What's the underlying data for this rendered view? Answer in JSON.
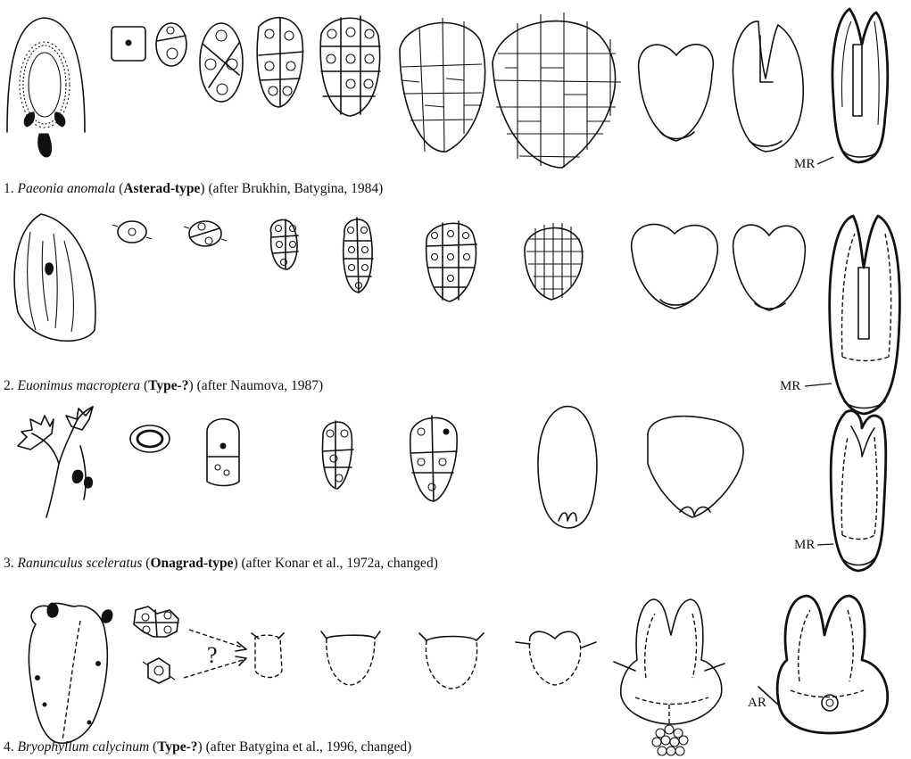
{
  "rows": [
    {
      "number": "1.",
      "species": "Paeonia anomala",
      "type": "Asterad-type",
      "source": "(after Brukhin, Batygina, 1984)"
    },
    {
      "number": "2.",
      "species": "Euonimus macroptera",
      "type": "Type-?",
      "source": "(after Naumova, 1987)"
    },
    {
      "number": "3.",
      "species": "Ranunculus sceleratus",
      "type": "Onagrad-type",
      "source": "(after Konar et al., 1972a, changed)"
    },
    {
      "number": "4.",
      "species": "Bryophyllum calycinum",
      "type": "Type-?",
      "source": "(after Batygina et al., 1996, changed)"
    }
  ],
  "labels": {
    "mr": "MR",
    "ar": "AR",
    "question_mark": "?"
  }
}
